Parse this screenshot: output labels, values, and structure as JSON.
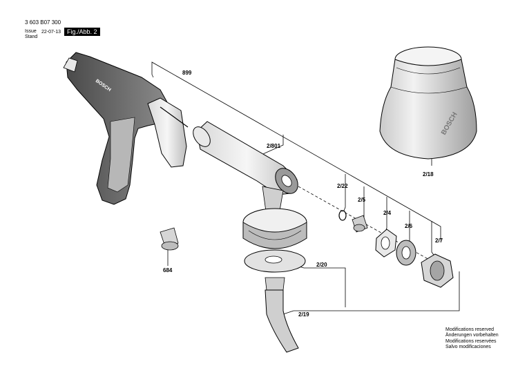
{
  "header": {
    "code": "3 603 B07 300",
    "issue_label": "Issue",
    "stand_label": "Stand",
    "date": "22-07-13",
    "fig": "Fig./Abb. 2"
  },
  "labels": {
    "p899": "899",
    "p2_801": "2/801",
    "p2_22": "2/22",
    "p2_5": "2/5",
    "p2_4": "2/4",
    "p2_6": "2/6",
    "p2_7": "2/7",
    "p2_18": "2/18",
    "p2_20": "2/20",
    "p2_19": "2/19",
    "p684": "684"
  },
  "brand_marks": {
    "handle": "BOSCH",
    "container": "BOSCH"
  },
  "footer": {
    "line1": "Modifications reserved",
    "line2": "Änderungen vorbehalten",
    "line3": "Modifications reservées",
    "line4": "Salvo modificaciones"
  }
}
